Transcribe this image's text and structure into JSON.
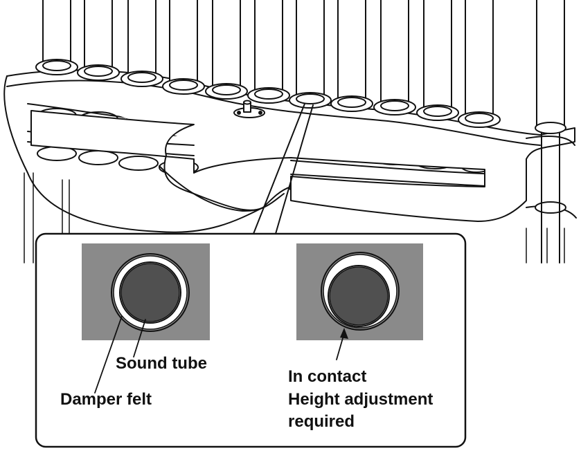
{
  "figure": {
    "subject": "vibraphone sound tubes resonator bar",
    "callout": {
      "correct": {
        "sound_tube_label": "Sound tube",
        "damper_felt_label": "Damper felt"
      },
      "incorrect": {
        "line1": "In contact",
        "line2": "Height adjustment",
        "line3": "required"
      }
    }
  },
  "colors": {
    "detail_background": "#8a8a8a",
    "tube_fill": "#505050",
    "felt_ring": "#ffffff",
    "outline": "#111111"
  }
}
